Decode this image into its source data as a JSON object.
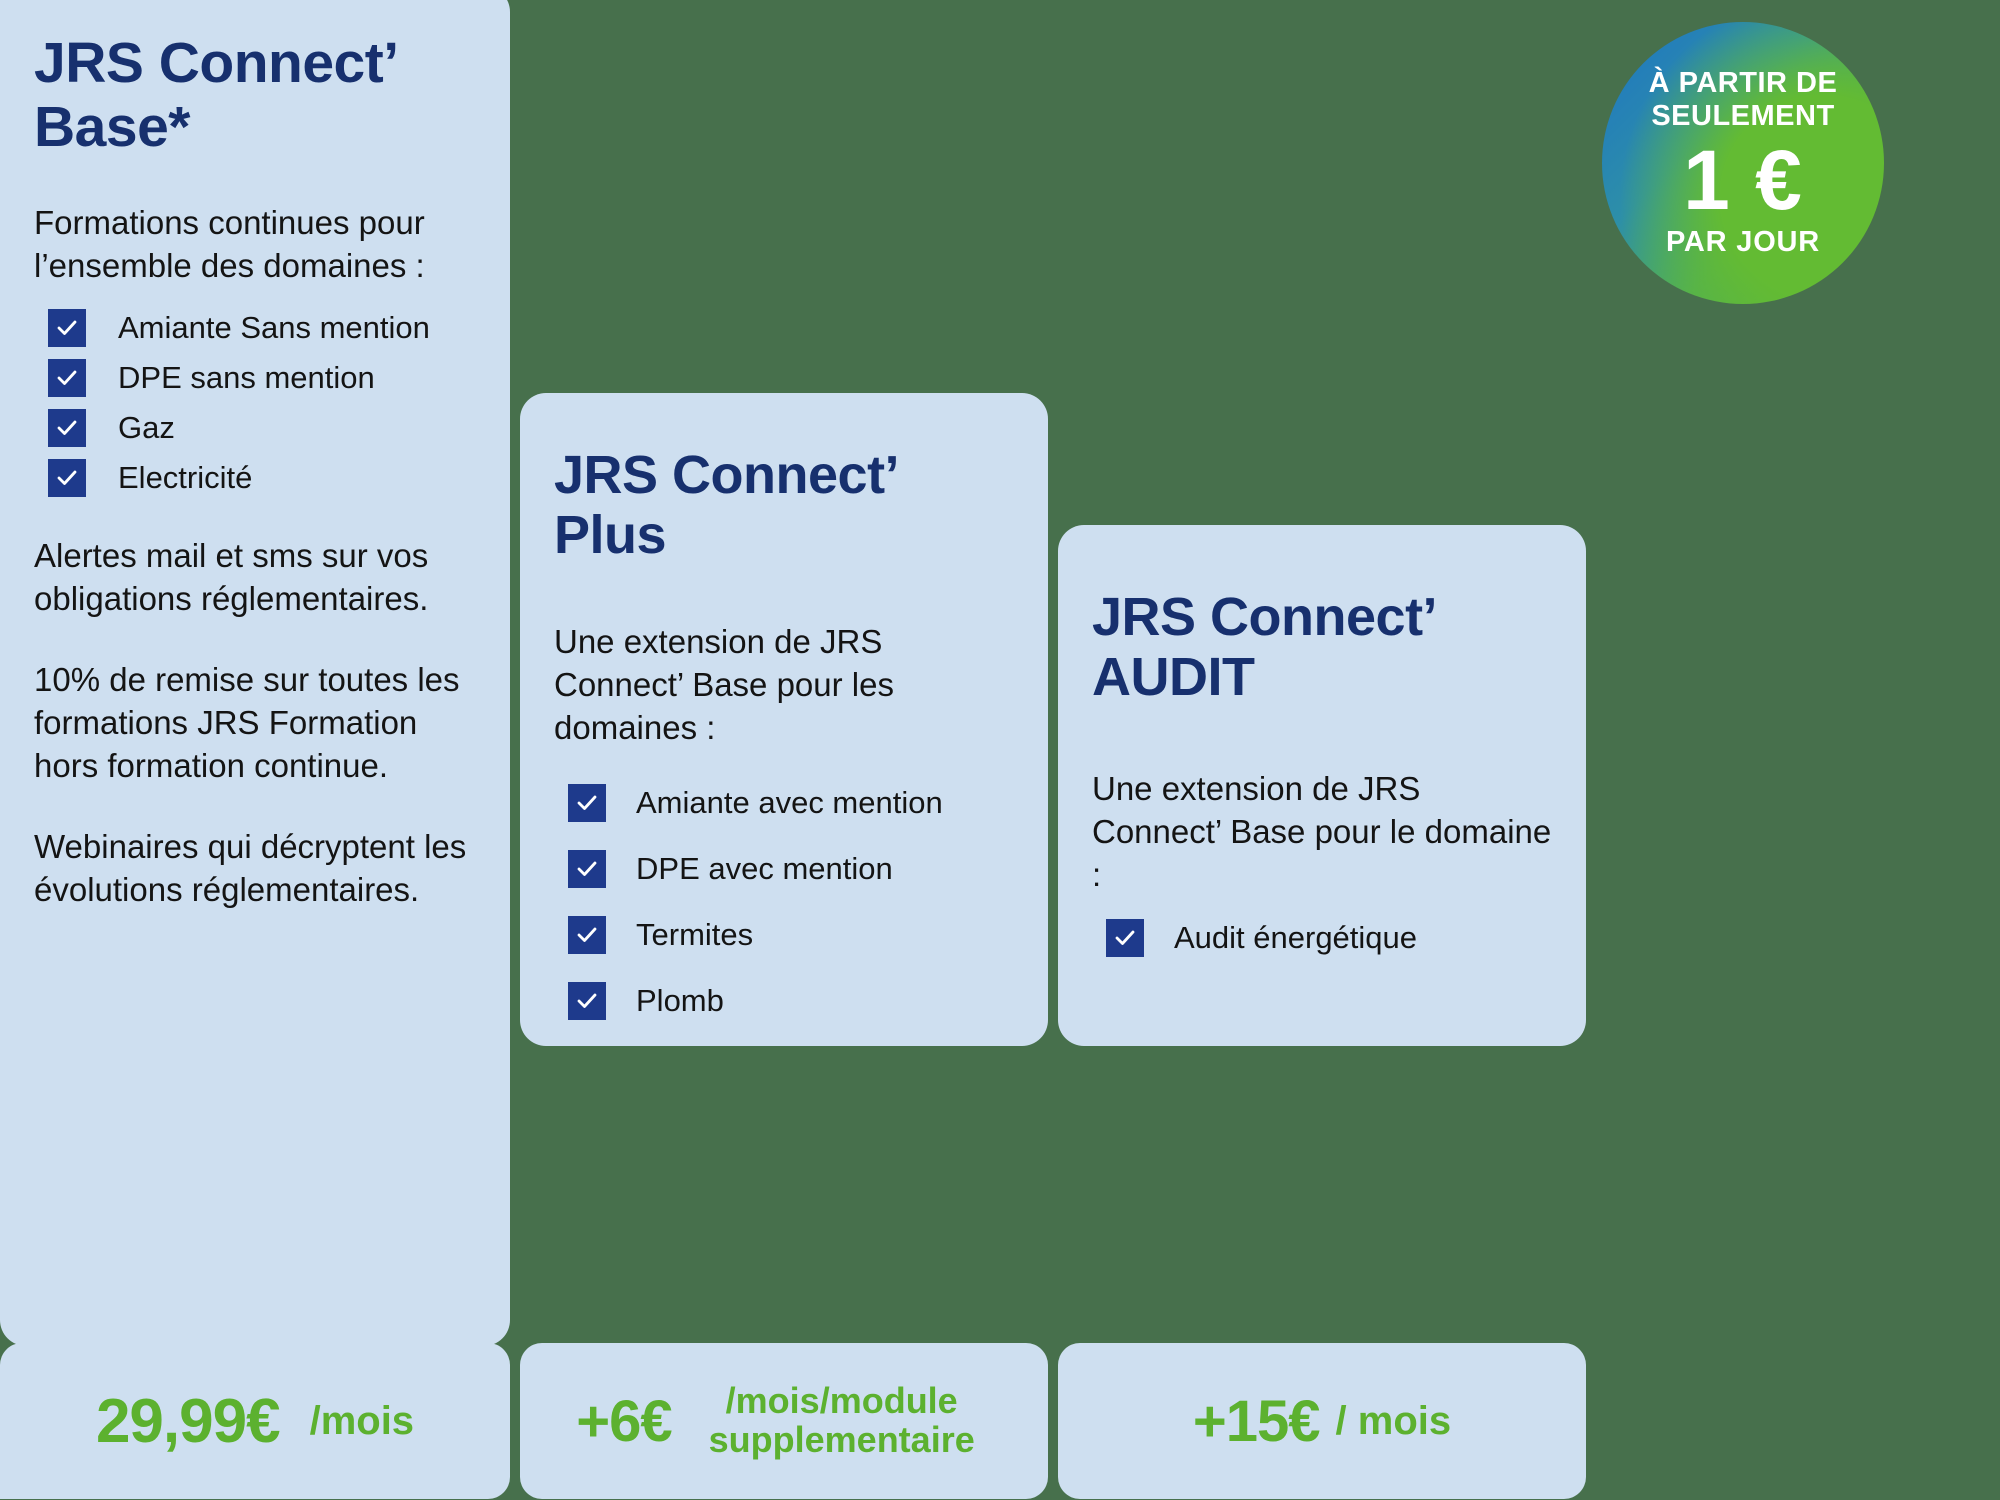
{
  "promo_badge": {
    "line1": "À PARTIR DE",
    "line2": "SEULEMENT",
    "price": "1 €",
    "line3": "PAR JOUR",
    "gradient_from": "#1E74C4",
    "gradient_to": "#63BB33"
  },
  "colors": {
    "background": "#47704C",
    "card": "#CEDFF0",
    "title": "#17306E",
    "checkbox": "#1E3A8C",
    "price": "#5CB12F"
  },
  "cards": [
    {
      "id": "base",
      "title": "JRS Connect’ Base*",
      "description": "Formations continues pour l’ensemble des domaines :",
      "features": [
        "Amiante Sans mention",
        "DPE sans mention",
        "Gaz",
        "Electricité"
      ],
      "paragraphs": [
        "Alertes mail et sms sur vos obligations réglementaires.",
        "10% de remise sur toutes les formations JRS Formation hors formation continue.",
        "Webinaires qui décryptent les évolutions réglementaires."
      ],
      "price_amount": "29,99€",
      "price_unit": "/mois"
    },
    {
      "id": "plus",
      "title": "JRS Connect’ Plus",
      "description": "Une extension de JRS Connect’ Base pour les domaines :",
      "features": [
        "Amiante avec mention",
        "DPE avec mention",
        "Termites",
        "Plomb"
      ],
      "paragraphs": [],
      "price_amount": "+6€",
      "price_unit": "/mois/module supplementaire"
    },
    {
      "id": "audit",
      "title": "JRS Connect’ AUDIT",
      "description": "Une extension de JRS Connect’ Base pour le domaine :",
      "features": [
        "Audit énergétique"
      ],
      "paragraphs": [],
      "price_amount": "+15€",
      "price_unit": "/ mois"
    }
  ]
}
